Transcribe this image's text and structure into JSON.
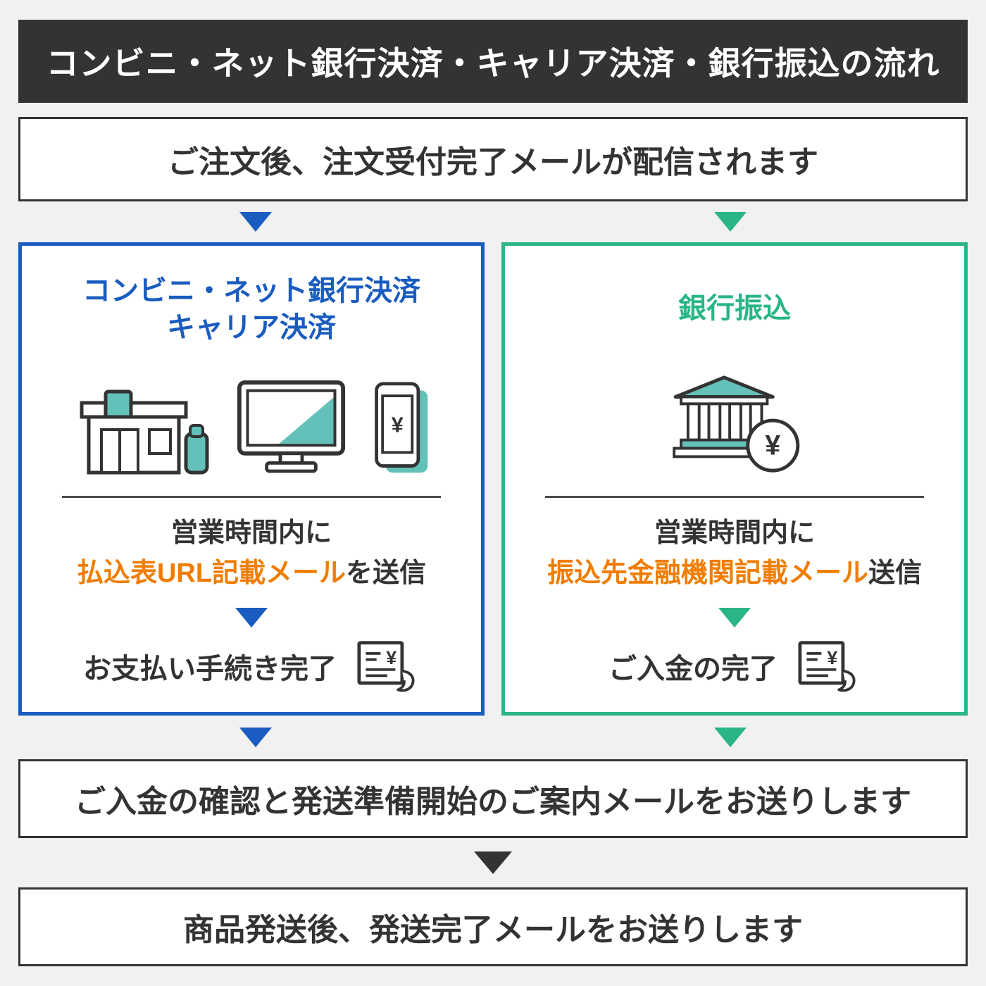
{
  "colors": {
    "dark": "#333333",
    "blue": "#1a5cbf",
    "green": "#29b586",
    "orange": "#f07d00",
    "teal": "#63c1ba",
    "background": "#f1f1f1"
  },
  "header": {
    "title": "コンビニ・ネット銀行決済・キャリア決済・銀行振込の流れ"
  },
  "flow": {
    "step_order": "ご注文後、注文受付完了メールが配信されます",
    "step_payment_confirm": "ご入金の確認と発送準備開始のご案内メールをお送りします",
    "step_shipping": "商品発送後、発送完了メールをお送りします"
  },
  "left_panel": {
    "title_line1": "コンビニ・ネット銀行決済",
    "title_line2": "キャリア決済",
    "notice_line1": "営業時間内に",
    "notice_highlight": "払込表URL記載メール",
    "notice_suffix": "を送信",
    "complete_label": "お支払い手続き完了",
    "icon_names": [
      "convenience-store-icon",
      "computer-icon",
      "smartphone-icon",
      "receipt-icon",
      "arrow-down-blue-icon"
    ]
  },
  "right_panel": {
    "title": "銀行振込",
    "notice_line1": "営業時間内に",
    "notice_highlight": "振込先金融機関記載メール",
    "notice_suffix": "送信",
    "complete_label": "ご入金の完了",
    "icon_names": [
      "bank-icon",
      "receipt-icon",
      "arrow-down-green-icon"
    ]
  },
  "symbols": {
    "yen": "¥"
  }
}
